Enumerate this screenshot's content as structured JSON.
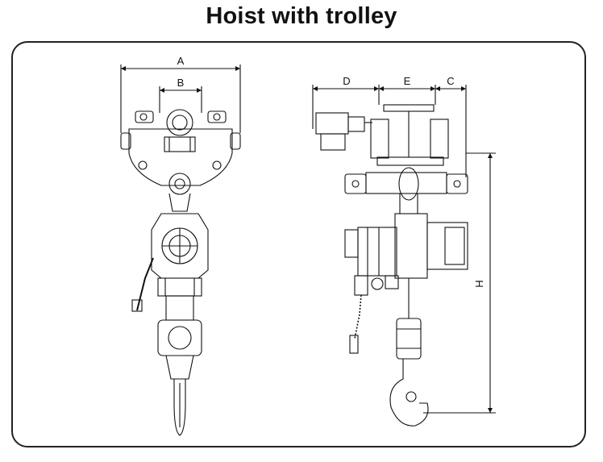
{
  "title": "Hoist with trolley",
  "dimensions": {
    "A": "A",
    "B": "B",
    "C": "C",
    "D": "D",
    "E": "E",
    "H": "H"
  }
}
